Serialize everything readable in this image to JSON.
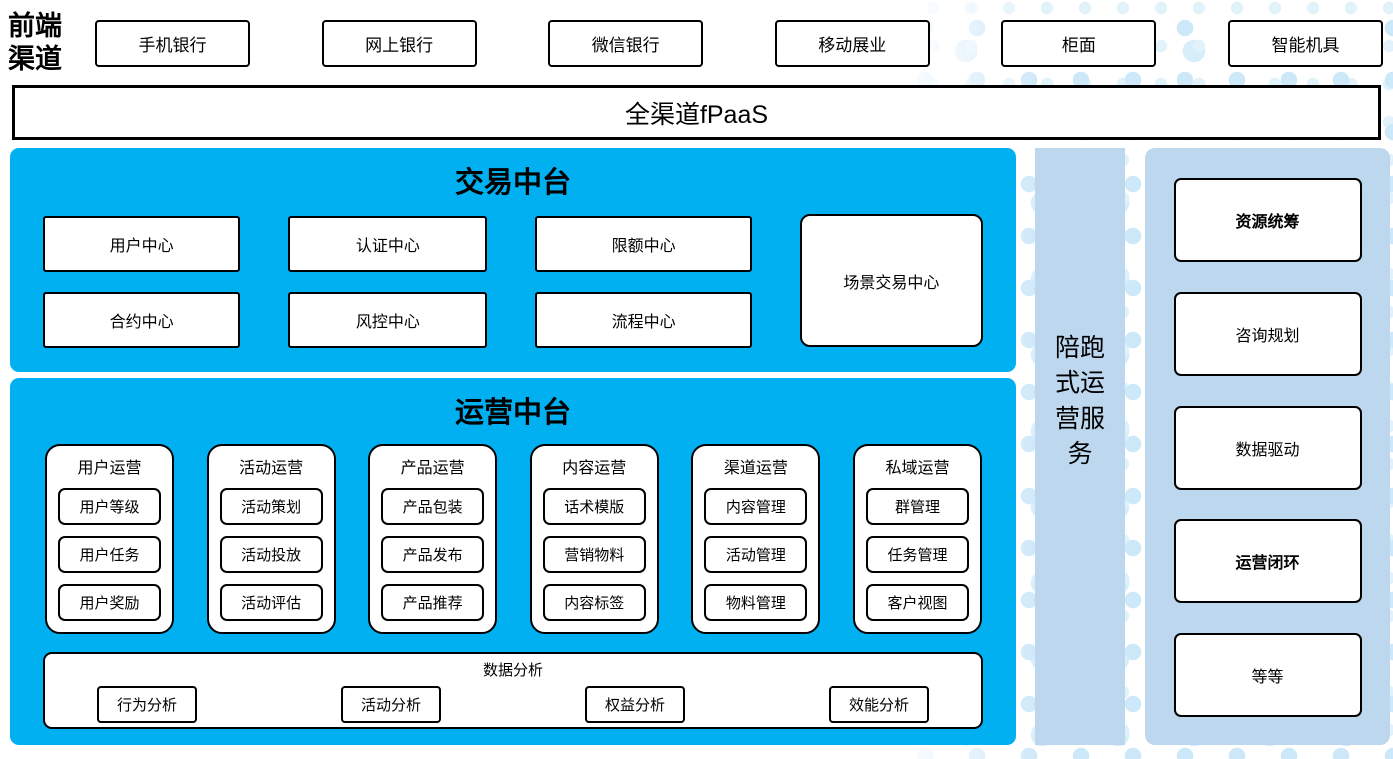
{
  "front_channels": {
    "label": "前端渠道",
    "items": [
      "手机银行",
      "网上银行",
      "微信银行",
      "移动展业",
      "柜面",
      "智能机具"
    ]
  },
  "fpaas": {
    "label": "全渠道fPaaS"
  },
  "transaction_platform": {
    "title": "交易中台",
    "row1": [
      "用户中心",
      "认证中心",
      "限额中心"
    ],
    "row2": [
      "合约中心",
      "风控中心",
      "流程中心"
    ],
    "scene_center": "场景交易中心"
  },
  "operations_platform": {
    "title": "运营中台",
    "groups": [
      {
        "title": "用户运营",
        "items": [
          "用户等级",
          "用户任务",
          "用户奖励"
        ]
      },
      {
        "title": "活动运营",
        "items": [
          "活动策划",
          "活动投放",
          "活动评估"
        ]
      },
      {
        "title": "产品运营",
        "items": [
          "产品包装",
          "产品发布",
          "产品推荐"
        ]
      },
      {
        "title": "内容运营",
        "items": [
          "话术模版",
          "营销物料",
          "内容标签"
        ]
      },
      {
        "title": "渠道运营",
        "items": [
          "内容管理",
          "活动管理",
          "物料管理"
        ]
      },
      {
        "title": "私域运营",
        "items": [
          "群管理",
          "任务管理",
          "客户视图"
        ]
      }
    ],
    "analysis": {
      "title": "数据分析",
      "items": [
        "行为分析",
        "活动分析",
        "权益分析",
        "效能分析"
      ]
    }
  },
  "side_service": {
    "label": "陪跑式运营服务"
  },
  "service_panel": {
    "items": [
      "资源统筹",
      "咨询规划",
      "数据驱动",
      "运营闭环",
      "等等"
    ]
  },
  "colors": {
    "primary_blue": "#00B0F0",
    "light_blue": "#BDD7EE",
    "dot_blue": "#D6ECF9",
    "border": "#000000"
  }
}
